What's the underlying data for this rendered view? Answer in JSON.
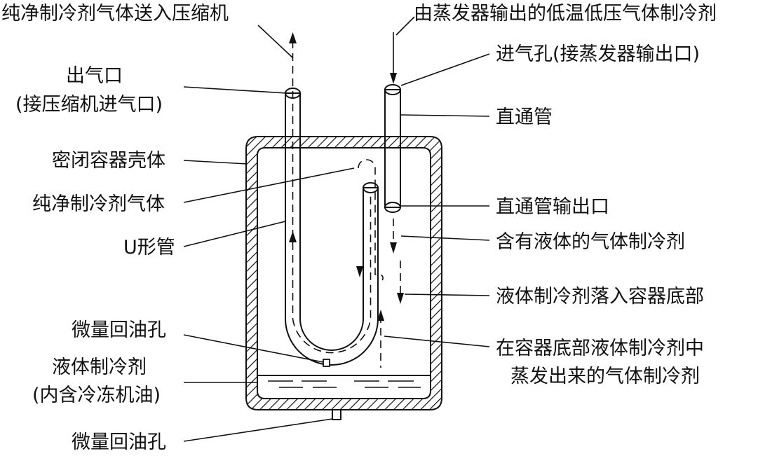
{
  "labels": {
    "top_left": "纯净制冷剂气体送入压缩机",
    "top_right": "由蒸发器输出的低温低压气体制冷剂",
    "inlet": "进气孔(接蒸发器输出口)",
    "outlet_line1": "出气口",
    "outlet_line2": "(接压缩机进气口)",
    "straight_pipe": "直通管",
    "shell": "密闭容器壳体",
    "pure_gas": "纯净制冷剂气体",
    "straight_outlet": "直通管输出口",
    "u_tube": "U形管",
    "gas_with_liquid": "含有液体的气体制冷剂",
    "liquid_falls": "液体制冷剂落入容器底部",
    "oil_hole_upper": "微量回油孔",
    "evaporated_line1": "在容器底部液体制冷剂中",
    "evaporated_line2": "蒸发出来的气体制冷剂",
    "liquid_line1": "液体制冷剂",
    "liquid_line2": "(内含冷冻机油)",
    "oil_hole_bottom": "微量回油孔"
  },
  "colors": {
    "ink": "#111111",
    "background": "#ffffff"
  }
}
